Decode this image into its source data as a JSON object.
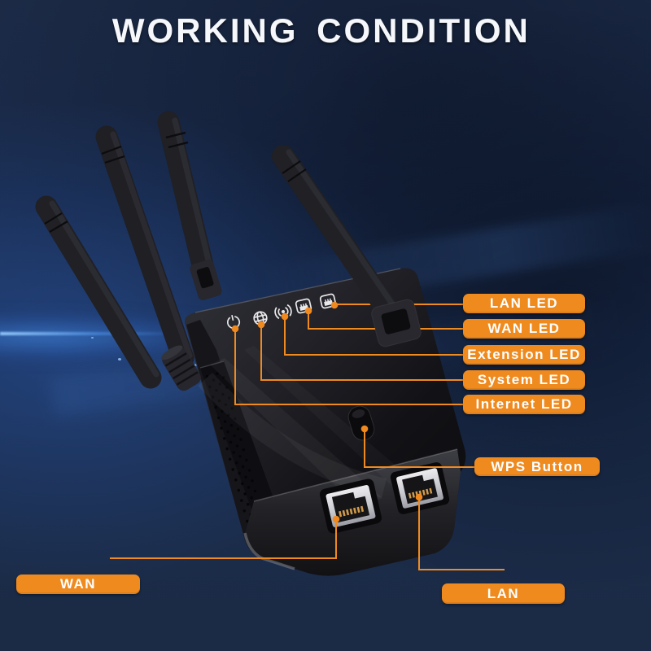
{
  "title": "WORKING CONDITION",
  "callouts": {
    "lan_led": "LAN LED",
    "wan_led": "WAN LED",
    "extension_led": "Extension LED",
    "system_led": "System LED",
    "internet_led": "Internet LED",
    "wps_button": "WPS Button",
    "wan_port": "WAN",
    "lan_port": "LAN"
  },
  "device": {
    "type": "wifi-repeater",
    "antenna_count": 4,
    "led_icons": [
      {
        "name": "power-icon",
        "points_to": "Internet LED"
      },
      {
        "name": "globe-icon",
        "points_to": "System LED"
      },
      {
        "name": "wifi-signal-icon",
        "points_to": "Extension LED"
      },
      {
        "name": "ethernet-device-icon",
        "points_to": "WAN LED"
      },
      {
        "name": "ethernet-device-icon",
        "points_to": "LAN LED"
      }
    ],
    "buttons": [
      "WPS Button"
    ],
    "ports": [
      "WAN",
      "LAN"
    ]
  },
  "colors": {
    "accent_orange": "#EF8A1F",
    "leader_line": "#EE8A20",
    "background_navy": "#1B2B45",
    "flare_blue": "#4F9AE8",
    "title_text": "#F5F7FA",
    "label_text": "#FFFFFF",
    "device_black": "#1A1A1F"
  }
}
